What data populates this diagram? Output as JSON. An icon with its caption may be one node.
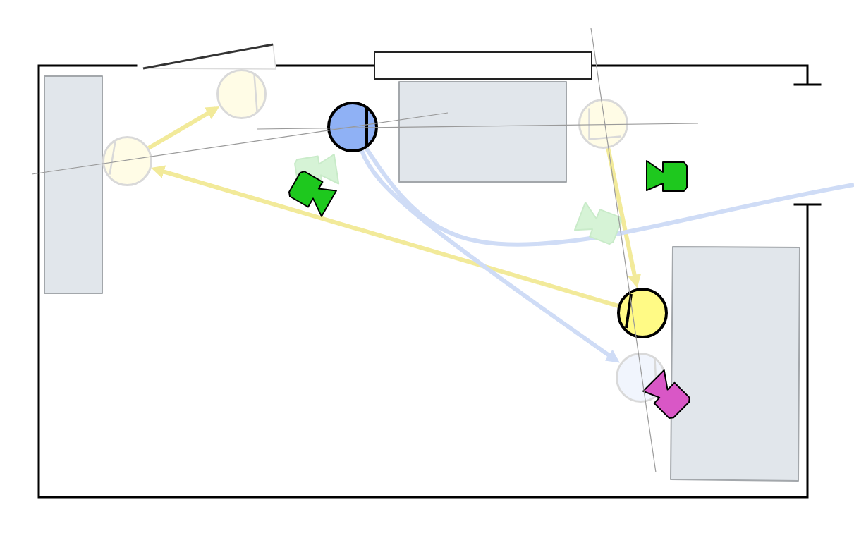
{
  "diagram": {
    "nodes": [
      {
        "text": [],
        "shape": "box"
      },
      {
        "text": [],
        "shape": "box"
      },
      {
        "text": [],
        "shape": "circle"
      },
      {
        "text": [],
        "shape": "circle"
      },
      {
        "text": [],
        "shape": "box"
      },
      {
        "text": [],
        "shape": "circle"
      },
      {
        "text": [],
        "shape": "circle"
      },
      {
        "text": [],
        "shape": "camera"
      },
      {
        "text": [],
        "shape": "camera"
      },
      {
        "text": [],
        "shape": "camera"
      },
      {
        "text": [],
        "shape": "camera"
      },
      {
        "text": [],
        "shape": "box"
      },
      {
        "text": [],
        "shape": "circle"
      },
      {
        "text": [],
        "shape": "circle"
      },
      {
        "text": [],
        "shape": "camera"
      }
    ],
    "edges": [
      {
        "from": 6,
        "to": 2,
        "arrow": "to"
      },
      {
        "from": 12,
        "to": 6,
        "arrow": "to"
      },
      {
        "from": 5,
        "to": 12,
        "arrow": "to"
      },
      {
        "from": 3,
        "to": 13,
        "arrow": "to",
        "color": "#cfdcf6"
      },
      {
        "from": 3,
        "to": null,
        "arrow": "none",
        "color": "#cfdcf6"
      }
    ]
  }
}
